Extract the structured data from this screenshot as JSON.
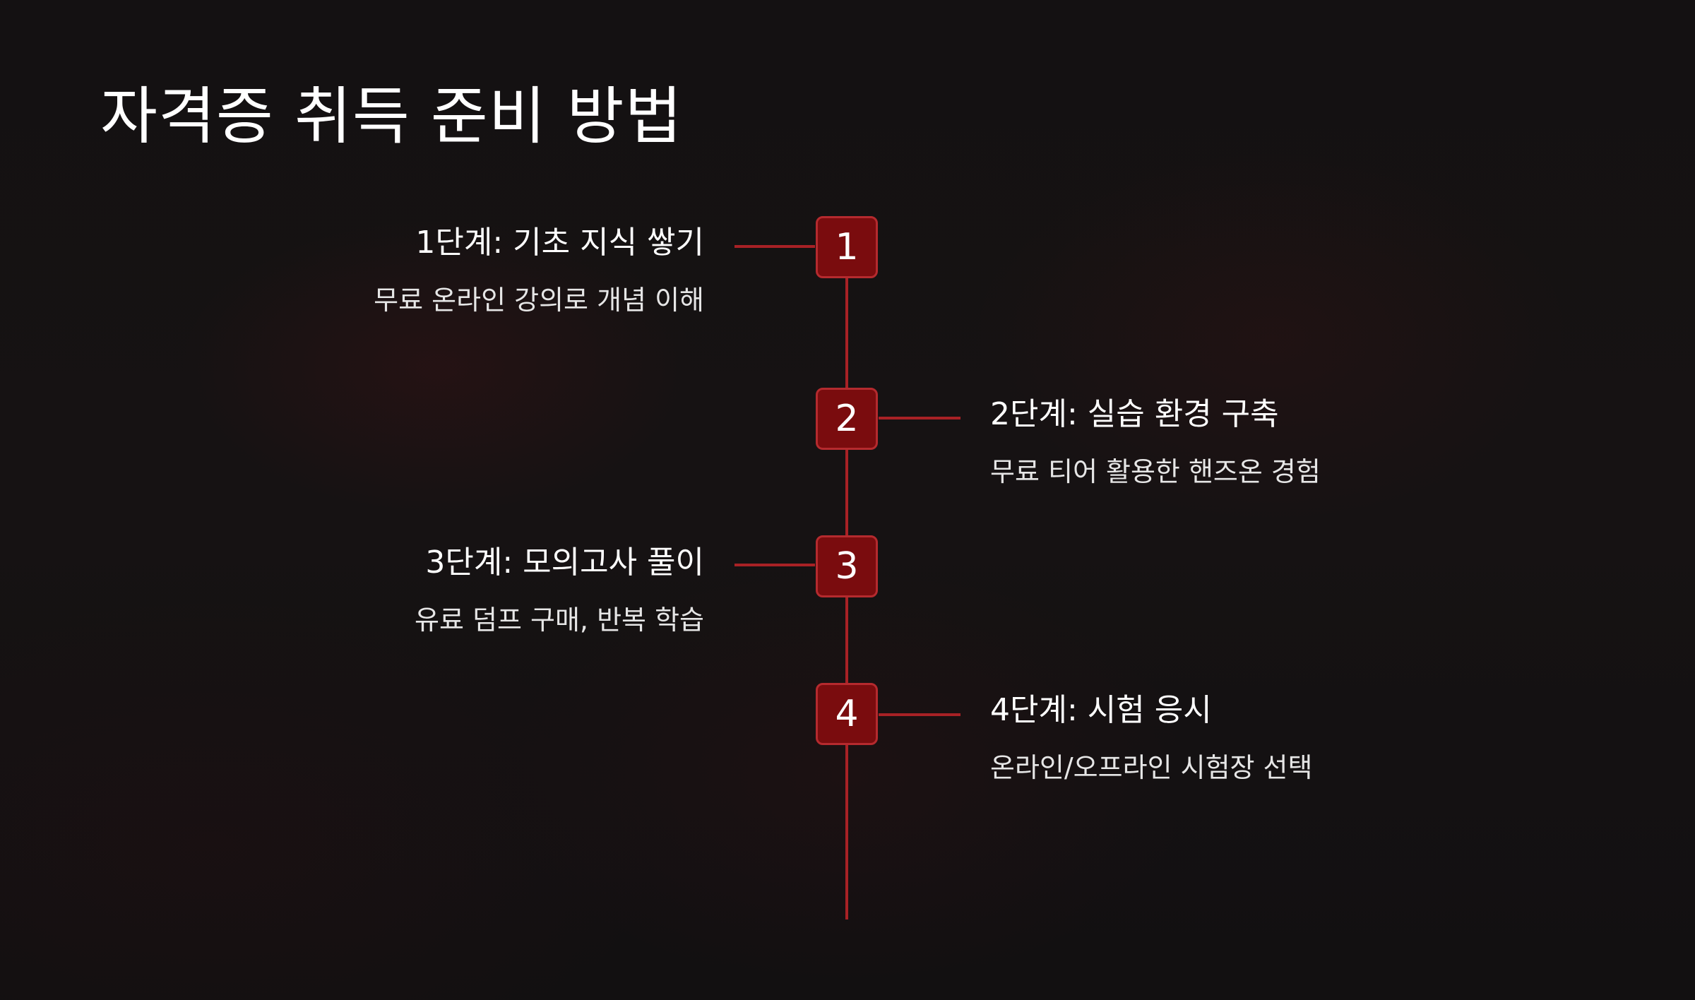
{
  "title": "자격증 취득 준비 방법",
  "steps": [
    {
      "number": "1",
      "title": "1단계: 기초 지식 쌓기",
      "description": "무료 온라인 강의로 개념 이해",
      "side": "left"
    },
    {
      "number": "2",
      "title": "2단계: 실습 환경 구축",
      "description": "무료 티어 활용한 핸즈온 경험",
      "side": "right"
    },
    {
      "number": "3",
      "title": "3단계: 모의고사 풀이",
      "description": "유료 덤프 구매, 반복 학습",
      "side": "left"
    },
    {
      "number": "4",
      "title": "4단계: 시험 응시",
      "description": "온라인/오프라인 시험장 선택",
      "side": "right"
    }
  ],
  "colors": {
    "background": "#131011",
    "accent": "#a82125",
    "step_box": "#7a0c0e",
    "text": "#ffffff"
  }
}
